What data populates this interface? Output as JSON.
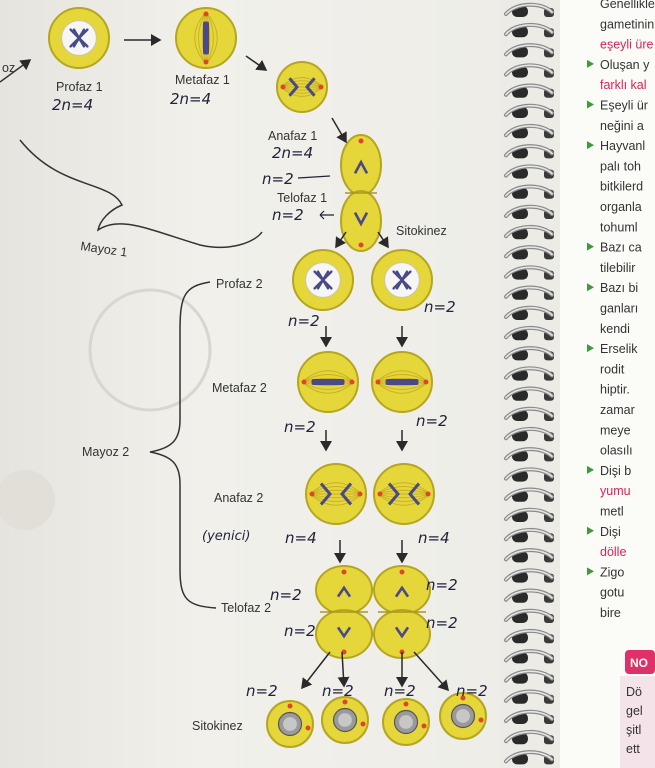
{
  "diagram": {
    "stages": {
      "profaz1": "Profaz 1",
      "metafaz1": "Metafaz 1",
      "anafaz1": "Anafaz 1",
      "telofaz1": "Telofaz 1",
      "sitokinez_top": "Sitokinez",
      "profaz2": "Profaz 2",
      "metafaz2": "Metafaz 2",
      "anafaz2": "Anafaz 2",
      "telofaz2": "Telofaz 2",
      "sitokinez_bottom": "Sitokinez"
    },
    "brace_labels": {
      "mayoz1": "Mayoz 1",
      "mayoz2": "Mayoz 2"
    },
    "edge_fragment": "oz"
  },
  "handwriting": {
    "profaz1": "2n=4",
    "metafaz1": "2n=4",
    "anafaz1": "2n=4",
    "telofaz1_top": "n=2",
    "telofaz1_bottom": "n=2",
    "profaz2_left": "n=2",
    "profaz2_right": "n=2",
    "metafaz2_left": "n=2",
    "metafaz2_right": "n=2",
    "anafaz2_note": "(yenici)",
    "anafaz2_left": "n=4",
    "anafaz2_right": "n=4",
    "telofaz2_left_top": "n=2",
    "telofaz2_left_bottom": "n=2",
    "telofaz2_right_top": "n=2",
    "telofaz2_right_bottom": "n=2",
    "final_1": "n=2",
    "final_2": "n=2",
    "final_3": "n=2",
    "final_4": "n=2"
  },
  "right_page": {
    "lines": [
      {
        "text": "Genellikle",
        "bullet": false,
        "pink": false
      },
      {
        "text": "gametinin",
        "bullet": false,
        "pink": false
      },
      {
        "text": "eşeyli üre",
        "bullet": false,
        "pink": true
      },
      {
        "text": "Oluşan y",
        "bullet": true,
        "pink": false
      },
      {
        "text": "farklı kal",
        "bullet": false,
        "pink": true
      },
      {
        "text": "Eşeyli ür",
        "bullet": true,
        "pink": false
      },
      {
        "text": "neğini a",
        "bullet": false,
        "pink": false
      },
      {
        "text": "Hayvanl",
        "bullet": true,
        "pink": false
      },
      {
        "text": "palı toh",
        "bullet": false,
        "pink": false
      },
      {
        "text": "bitkilerd",
        "bullet": false,
        "pink": false
      },
      {
        "text": "organla",
        "bullet": false,
        "pink": false
      },
      {
        "text": "tohuml",
        "bullet": false,
        "pink": false
      },
      {
        "text": "Bazı ca",
        "bullet": true,
        "pink": false
      },
      {
        "text": "tilebilir",
        "bullet": false,
        "pink": false
      },
      {
        "text": "Bazı bi",
        "bullet": true,
        "pink": false
      },
      {
        "text": "ganları",
        "bullet": false,
        "pink": false
      },
      {
        "text": "kendi",
        "bullet": false,
        "pink": false
      },
      {
        "text": "Erselik",
        "bullet": true,
        "pink": false
      },
      {
        "text": "rodit",
        "bullet": false,
        "pink": false
      },
      {
        "text": "hiptir.",
        "bullet": false,
        "pink": false
      },
      {
        "text": "zamar",
        "bullet": false,
        "pink": false
      },
      {
        "text": "meye",
        "bullet": false,
        "pink": false
      },
      {
        "text": "olasılı",
        "bullet": false,
        "pink": false
      },
      {
        "text": "Dişi b",
        "bullet": true,
        "pink": false
      },
      {
        "text": "yumu",
        "bullet": false,
        "pink": true
      },
      {
        "text": "metl",
        "bullet": false,
        "pink": false
      },
      {
        "text": "Dişi",
        "bullet": true,
        "pink": false
      },
      {
        "text": "dölle",
        "bullet": false,
        "pink": true
      },
      {
        "text": "Zigo",
        "bullet": true,
        "pink": false
      },
      {
        "text": "gotu",
        "bullet": false,
        "pink": false
      },
      {
        "text": "bire",
        "bullet": false,
        "pink": false
      }
    ],
    "note_badge": "NO",
    "note_lines": [
      "Dö",
      "gel",
      "şitl",
      "ett"
    ]
  },
  "colors": {
    "cell_fill": "#e5d63a",
    "cell_stroke": "#b6a51f",
    "chromosome": "#4a4a8a",
    "centrosome": "#e0452b",
    "bullet": "#3e9a3a",
    "pink": "#d8245a",
    "note_badge": "#e0306a"
  }
}
